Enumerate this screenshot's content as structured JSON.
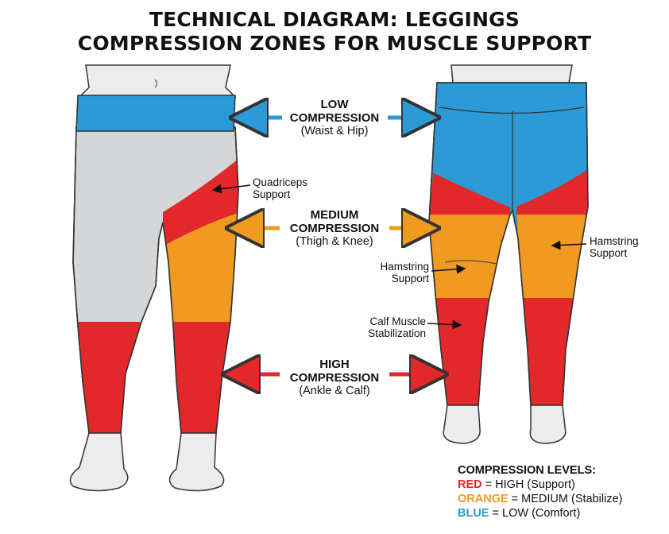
{
  "title": {
    "line1": "TECHNICAL DIAGRAM: LEGGINGS",
    "line2": "COMPRESSION ZONES FOR MUSCLE SUPPORT"
  },
  "colors": {
    "low": "#2b9ad6",
    "medium": "#f09a22",
    "high": "#e2282b",
    "fabric": "#d5d6d8",
    "skin": "#ececec",
    "outline": "#333333"
  },
  "zones": {
    "low": {
      "label1": "LOW",
      "label2": "COMPRESSION",
      "sub": "(Waist & Hip)"
    },
    "medium": {
      "label1": "MEDIUM",
      "label2": "COMPRESSION",
      "sub": "(Thigh & Knee)"
    },
    "high": {
      "label1": "HIGH",
      "label2": "COMPRESSION",
      "sub": "(Ankle & Calf)"
    }
  },
  "callouts": {
    "quadriceps": {
      "line1": "Quadriceps",
      "line2": "Support"
    },
    "hamstring_right": {
      "line1": "Hamstring",
      "line2": "Support"
    },
    "hamstring_left": {
      "line1": "Hamstring",
      "line2": "Support"
    },
    "calf": {
      "line1": "Calf Muscle",
      "line2": "Stabilization"
    }
  },
  "legend": {
    "heading": "COMPRESSION LEVELS:",
    "items": [
      {
        "name": "RED",
        "desc": " = HIGH (Support)",
        "color": "#e2282b"
      },
      {
        "name": "ORANGE",
        "desc": " = MEDIUM (Stabilize)",
        "color": "#f09a22"
      },
      {
        "name": "BLUE",
        "desc": " = LOW (Comfort)",
        "color": "#2b9ad6"
      }
    ]
  }
}
